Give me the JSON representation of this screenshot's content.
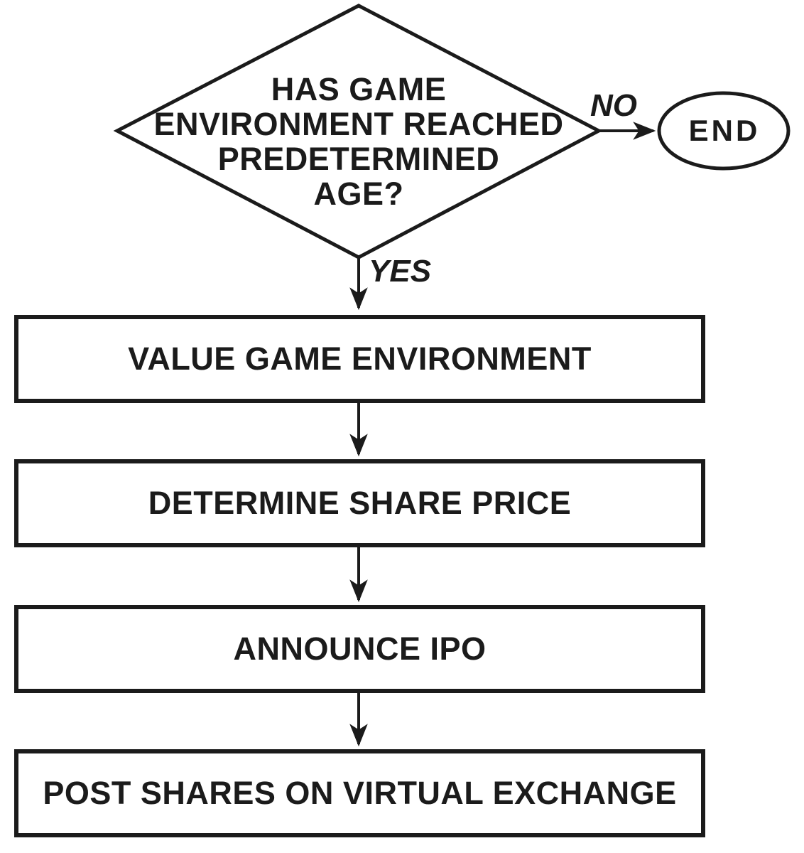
{
  "diagram": {
    "decision": {
      "label": "HAS GAME\nENVIRONMENT REACHED\nPREDETERMINED\nAGE?"
    },
    "edges": {
      "no": "NO",
      "yes": "YES"
    },
    "terminal": {
      "label": "END"
    },
    "steps": [
      {
        "label": "VALUE GAME ENVIRONMENT"
      },
      {
        "label": "DETERMINE SHARE PRICE"
      },
      {
        "label": "ANNOUNCE IPO"
      },
      {
        "label": "POST SHARES ON VIRTUAL EXCHANGE"
      }
    ],
    "colors": {
      "ink": "#1b1b1b",
      "background": "#ffffff"
    }
  }
}
